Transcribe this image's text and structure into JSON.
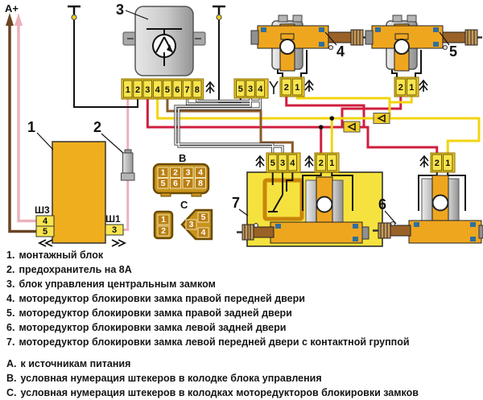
{
  "labels": {
    "a_plus": "А+",
    "n1": "1",
    "n2": "2",
    "n3": "3",
    "n4": "4",
    "n5": "5",
    "n6": "6",
    "n7": "7",
    "b": "В",
    "c": "С",
    "sh3": "Ш3",
    "sh1": "Ш1"
  },
  "pins": {
    "main": [
      "1",
      "2",
      "3",
      "4",
      "5",
      "6",
      "7",
      "8"
    ],
    "mid534": [
      "5",
      "3",
      "4"
    ],
    "act4": [
      "2",
      "1"
    ],
    "act5": [
      "2",
      "1"
    ],
    "act6": [
      "2",
      "1"
    ],
    "act7_534": [
      "5",
      "3",
      "4"
    ],
    "act7_21": [
      "2",
      "1"
    ],
    "b_row1": [
      "1",
      "2",
      "3",
      "4"
    ],
    "b_row2": [
      "5",
      "6",
      "7",
      "8"
    ],
    "c_small": [
      "1",
      "2"
    ],
    "c_penta": [
      "5",
      "3",
      "4"
    ],
    "sh3": [
      "4",
      "5"
    ],
    "sh1": [
      "3"
    ]
  },
  "legend": {
    "items": [
      {
        "num": "1.",
        "text": "монтажный блок"
      },
      {
        "num": "2.",
        "text": "предохранитель на 8А"
      },
      {
        "num": "3.",
        "text": "блок управления центральным замком"
      },
      {
        "num": "4.",
        "text": "моторедуктор блокировки замка правой передней двери"
      },
      {
        "num": "5.",
        "text": "моторедуктор блокировки замка правой задней двери"
      },
      {
        "num": "6.",
        "text": "моторедуктор блокировки замка левой задней двери"
      },
      {
        "num": "7.",
        "text": "моторедуктор блокировки замка левой передней двери с контактной группой"
      }
    ],
    "notes": [
      {
        "num": "А.",
        "text": "к источникам питания"
      },
      {
        "num": "В.",
        "text": "условная нумерация штекеров в колодке блока управления"
      },
      {
        "num": "С.",
        "text": "условная нумерация штекеров в колодках моторедукторов блокировки замков"
      }
    ]
  },
  "colors": {
    "red_wire": "#cf1f3f",
    "yellow_wire": "#f2d410",
    "pink_wire": "#ecb2ba",
    "brown_wire": "#8a5a2a",
    "dark_brown_wire": "#6b4423",
    "black_wire": "#111111",
    "white_wire": "#ffffff",
    "pin_yellow": "#f8e54f",
    "connector_yellow": "#eecb2e",
    "block_orange": "#efae1e",
    "actuator_orange": "#efa61f",
    "plunger_brown": "#9a6226",
    "actuator7_box_yellow": "#f6e23e",
    "bc_connector_brown": "#c9941c",
    "blue_accent": "#2f6f9f"
  }
}
